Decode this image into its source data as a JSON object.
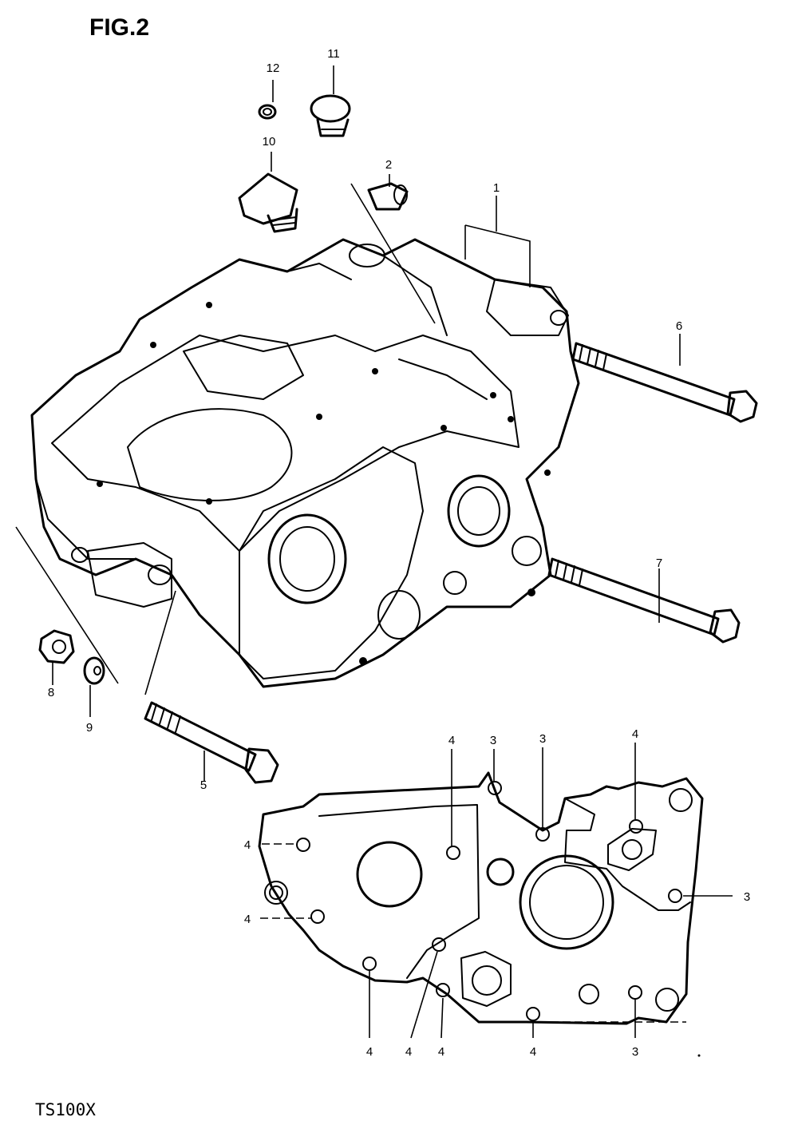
{
  "figure": {
    "title": "FIG.2",
    "model": "TS100X"
  },
  "callouts": [
    {
      "id": "c1",
      "text": "1"
    },
    {
      "id": "c2",
      "text": "2"
    },
    {
      "id": "c6",
      "text": "6"
    },
    {
      "id": "c7",
      "text": "7"
    },
    {
      "id": "c5",
      "text": "5"
    },
    {
      "id": "c8",
      "text": "8"
    },
    {
      "id": "c9",
      "text": "9"
    },
    {
      "id": "c10",
      "text": "10"
    },
    {
      "id": "c11",
      "text": "11"
    },
    {
      "id": "c12",
      "text": "12"
    },
    {
      "id": "h4a",
      "text": "4"
    },
    {
      "id": "h3a",
      "text": "3"
    },
    {
      "id": "h3b",
      "text": "3"
    },
    {
      "id": "h4b",
      "text": "4"
    },
    {
      "id": "h4c",
      "text": "4"
    },
    {
      "id": "h3c",
      "text": "3"
    },
    {
      "id": "h4d",
      "text": "4"
    },
    {
      "id": "h4e",
      "text": "4"
    },
    {
      "id": "h4f",
      "text": "4"
    },
    {
      "id": "h4g",
      "text": "4"
    },
    {
      "id": "h4h",
      "text": "4"
    },
    {
      "id": "h3d",
      "text": "3"
    }
  ]
}
